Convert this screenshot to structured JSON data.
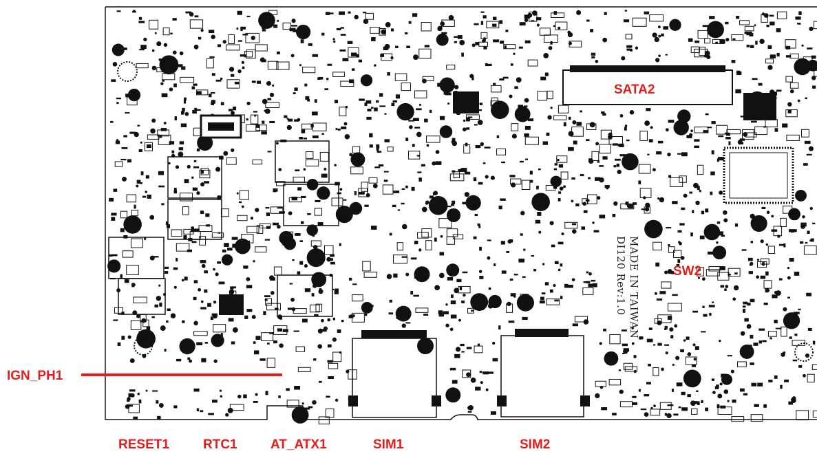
{
  "board": {
    "silkscreen_line1": "MADE IN TAIWAN",
    "silkscreen_line2": "DI120 Rev:1.0"
  },
  "labels": {
    "sata2": "SATA2",
    "sw2": "SW2",
    "ign_ph1": "IGN_PH1",
    "reset1": "RESET1",
    "rtc1": "RTC1",
    "at_atx1": "AT_ATX1",
    "sim1": "SIM1",
    "sim2": "SIM2"
  },
  "colors": {
    "label": "#e0201c",
    "pcb_ink": "#111111",
    "board_bg": "#ffffff"
  }
}
